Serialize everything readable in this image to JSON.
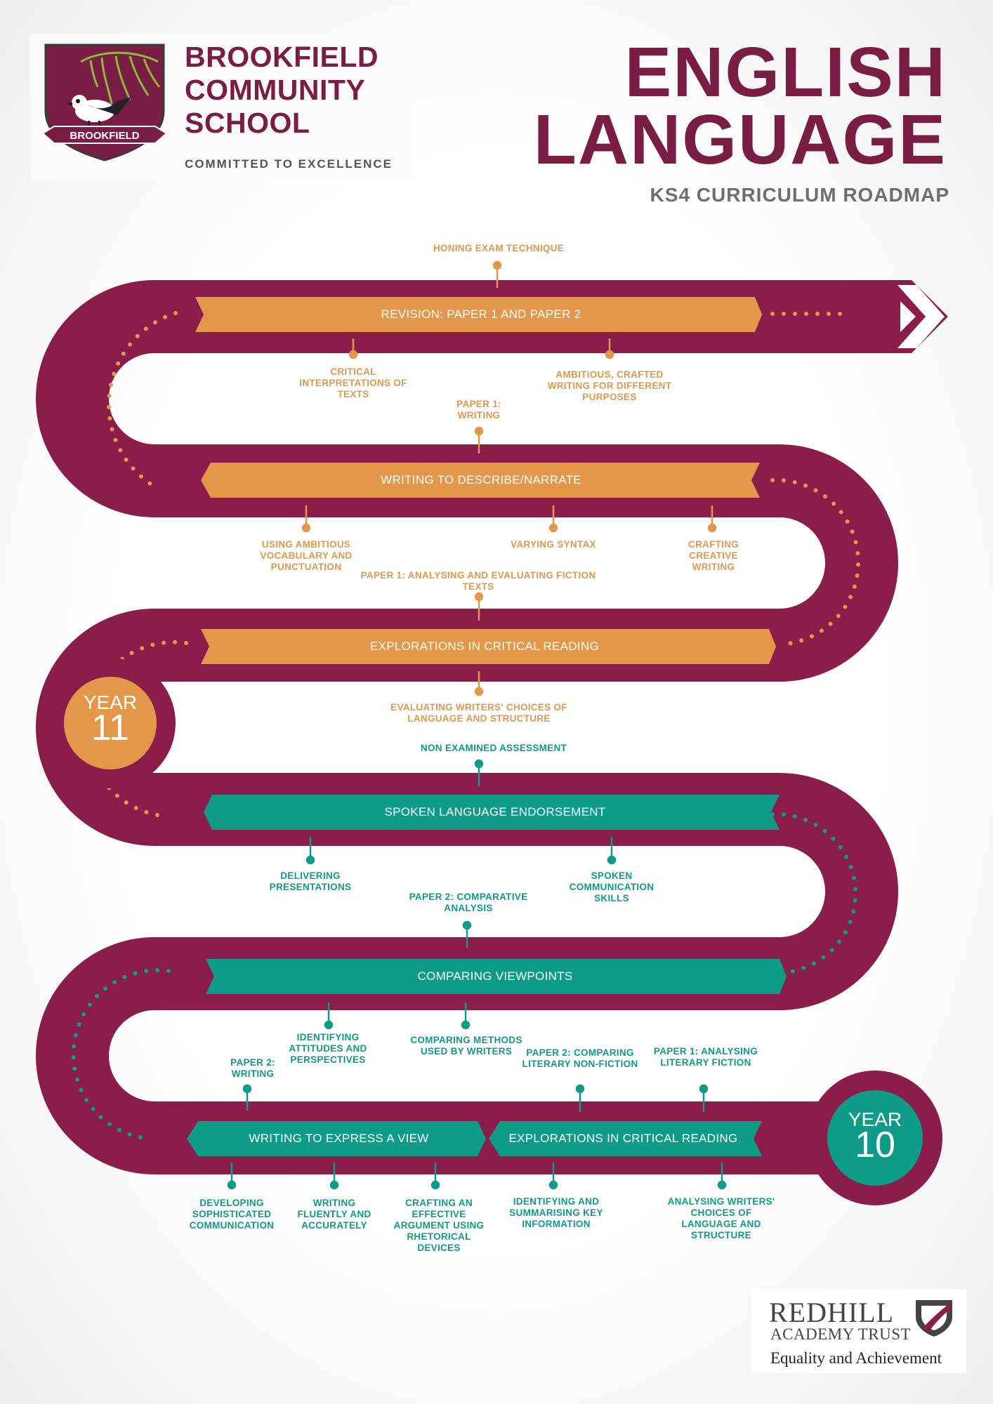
{
  "header": {
    "school_lines": [
      "BROOKFIELD",
      "COMMUNITY",
      "SCHOOL"
    ],
    "motto": "COMMITTED TO EXCELLENCE",
    "crest_text": "BROOKFIELD",
    "title_lines": [
      "ENGLISH",
      "LANGUAGE"
    ],
    "subtitle": "KS4 CURRICULUM ROADMAP"
  },
  "colors": {
    "road": "#8b1d4a",
    "orange": "#e3974a",
    "teal": "#0e9b88",
    "title": "#7a1d44"
  },
  "years": [
    {
      "label": "YEAR",
      "number": "11"
    },
    {
      "label": "YEAR",
      "number": "10"
    }
  ],
  "banners": [
    "REVISION: PAPER 1 AND PAPER 2",
    "WRITING TO DESCRIBE/NARRATE",
    "EXPLORATIONS IN CRITICAL READING",
    "SPOKEN LANGUAGE ENDORSEMENT",
    "COMPARING VIEWPOINTS",
    "WRITING TO EXPRESS A VIEW",
    "EXPLORATIONS IN CRITICAL READING"
  ],
  "labels": {
    "honing": "HONING EXAM TECHNIQUE",
    "critical_interp": "CRITICAL INTERPRETATIONS OF TEXTS",
    "ambitious_writing": "AMBITIOUS, CRAFTED WRITING FOR DIFFERENT PURPOSES",
    "p1_writing": "PAPER 1: WRITING",
    "ambitious_vocab": "USING AMBITIOUS VOCABULARY AND PUNCTUATION",
    "varying_syntax": "VARYING SYNTAX",
    "crafting_creative": "CRAFTING CREATIVE WRITING",
    "p1_fiction": "PAPER 1: ANALYSING AND EVALUATING FICTION TEXTS",
    "evaluating_choices": "EVALUATING WRITERS' CHOICES OF LANGUAGE AND STRUCTURE",
    "nea": "NON EXAMINED ASSESSMENT",
    "delivering": "DELIVERING PRESENTATIONS",
    "spoken_skills": "SPOKEN COMMUNICATION SKILLS",
    "p2_comparative": "PAPER 2: COMPARATIVE ANALYSIS",
    "identifying_attitudes": "IDENTIFYING ATTITUDES AND PERSPECTIVES",
    "comparing_methods": "COMPARING METHODS USED BY WRITERS",
    "p2_writing": "PAPER 2: WRITING",
    "p2_lit_nonfiction": "PAPER 2: COMPARING LITERARY NON-FICTION",
    "p1_lit_fiction": "PAPER 1: ANALYSING LITERARY FICTION",
    "developing_comm": "DEVELOPING SOPHISTICATED COMMUNICATION",
    "writing_fluently": "WRITING FLUENTLY AND ACCURATELY",
    "crafting_argument": "CRAFTING AN EFFECTIVE ARGUMENT USING RHETORICAL DEVICES",
    "identifying_summarising": "IDENTIFYING AND SUMMARISING KEY INFORMATION",
    "analysing_choices": "ANALYSING WRITERS' CHOICES OF LANGUAGE AND STRUCTURE"
  },
  "footer": {
    "trust_name": "REDHILL",
    "trust_sub": "ACADEMY TRUST",
    "trust_tag": "Equality and Achievement"
  }
}
